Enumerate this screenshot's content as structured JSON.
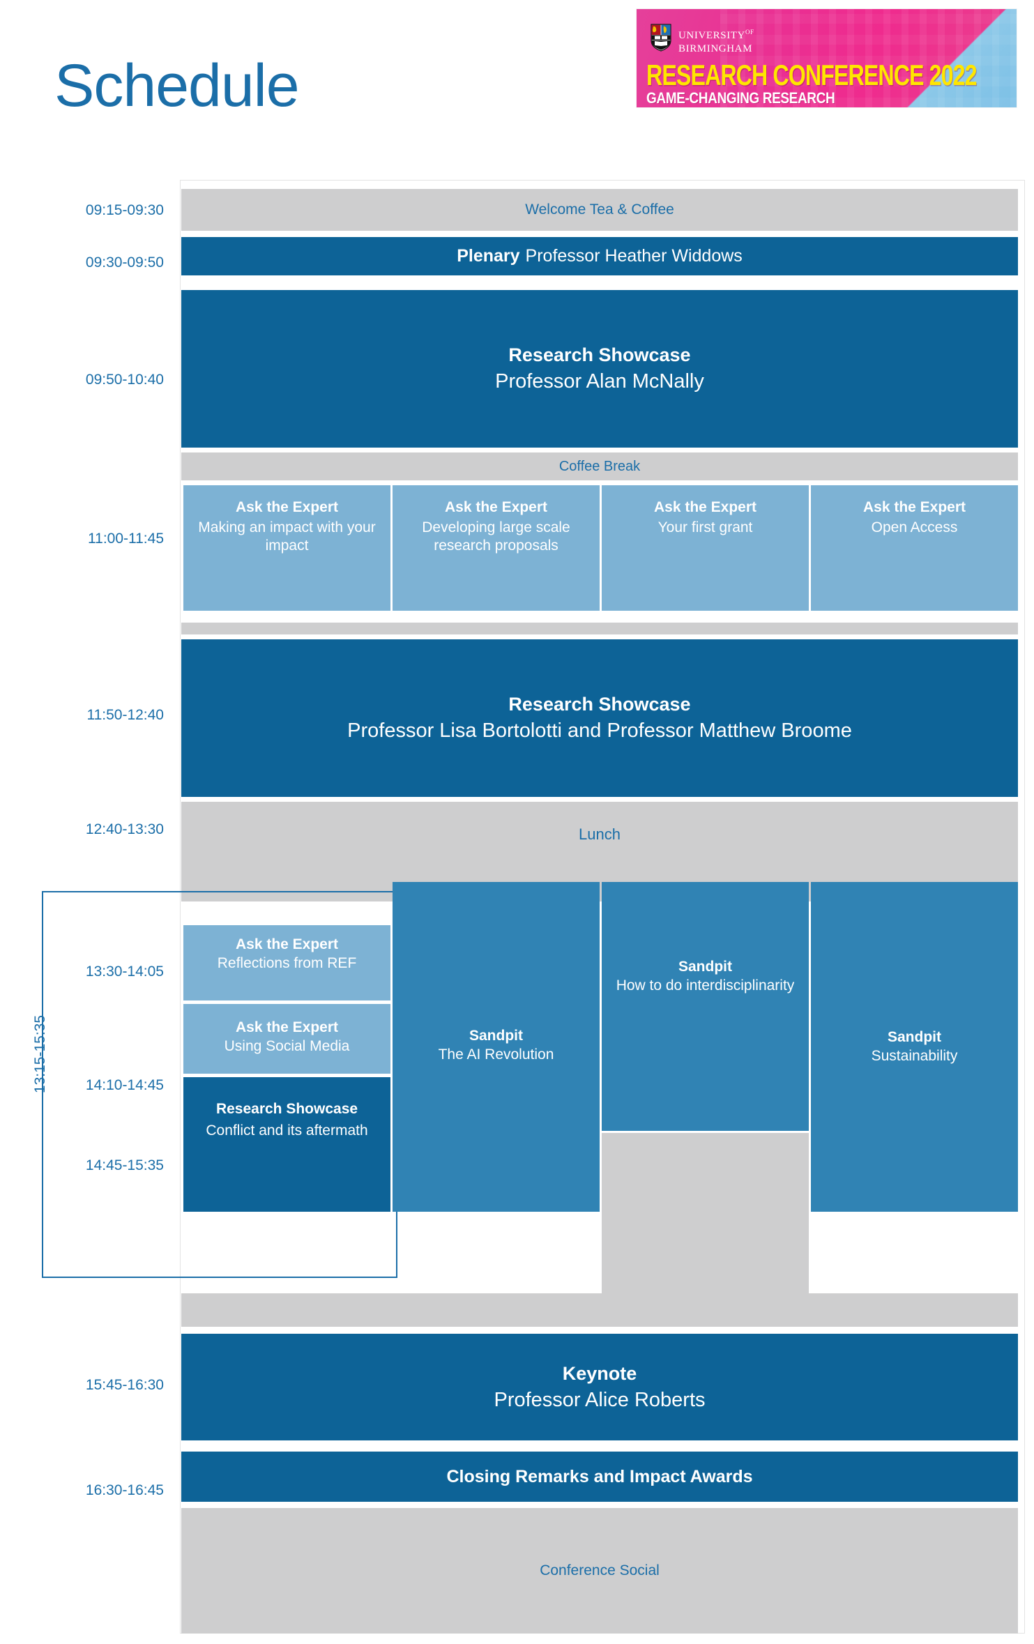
{
  "page": {
    "title": "Schedule",
    "accent_blue": "#1b6ea8",
    "dark_blue": "#0d6397",
    "mid_blue": "#3083b4",
    "light_blue": "#7db2d4",
    "grey": "#cececf",
    "banner_pink": "#ea2f92",
    "banner_yellow": "#ffe600"
  },
  "banner": {
    "university_line1": "UNIVERSITY",
    "university_of": "OF",
    "university_line2": "BIRMINGHAM",
    "conference_title": "RESEARCH CONFERENCE 2022",
    "conference_subtitle": "GAME-CHANGING RESEARCH"
  },
  "times": {
    "t1": "09:15-09:30",
    "t2": "09:30-09:50",
    "t3": "09:50-10:40",
    "t4": "11:00-11:45",
    "t5": "11:50-12:40",
    "t6": "12:40-13:30",
    "t7": "13:30-14:05",
    "t8": "14:10-14:45",
    "t9": "14:45-15:35",
    "t10": "15:45-16:30",
    "t11": "16:30-16:45",
    "afternoon_block": "13:15-15:35"
  },
  "sessions": {
    "welcome": {
      "title": "Welcome Tea & Coffee"
    },
    "plenary": {
      "kind": "Plenary",
      "speaker": "Professor Heather Widdows"
    },
    "showcase_morning": {
      "title": "Research Showcase",
      "speaker": "Professor Alan McNally"
    },
    "coffee_break": {
      "title": "Coffee Break"
    },
    "experts_morning": [
      {
        "kind": "Ask the Expert",
        "topic": "Making an impact with your impact"
      },
      {
        "kind": "Ask the Expert",
        "topic": "Developing large scale research proposals"
      },
      {
        "kind": "Ask the Expert",
        "topic": "Your first grant"
      },
      {
        "kind": "Ask the Expert",
        "topic": "Open Access"
      }
    ],
    "showcase_late_morning": {
      "title": "Research Showcase",
      "speaker": "Professor Lisa Bortolotti and Professor Matthew Broome"
    },
    "lunch": {
      "title": "Lunch"
    },
    "experts_afternoon": [
      {
        "kind": "Ask the Expert",
        "topic": "Reflections from REF"
      },
      {
        "kind": "Ask the Expert",
        "topic": "Using Social Media"
      }
    ],
    "showcase_afternoon": {
      "title": "Research Showcase",
      "topic": "Conflict and its aftermath"
    },
    "sandpits": [
      {
        "kind": "Sandpit",
        "topic": "The AI Revolution"
      },
      {
        "kind": "Sandpit",
        "topic": "How to do interdisciplinarity"
      },
      {
        "kind": "Sandpit",
        "topic": "Sustainability"
      }
    ],
    "keynote": {
      "title": "Keynote",
      "speaker": "Professor Alice Roberts"
    },
    "closing": {
      "title": "Closing Remarks and Impact Awards"
    },
    "social": {
      "title": "Conference Social"
    }
  }
}
